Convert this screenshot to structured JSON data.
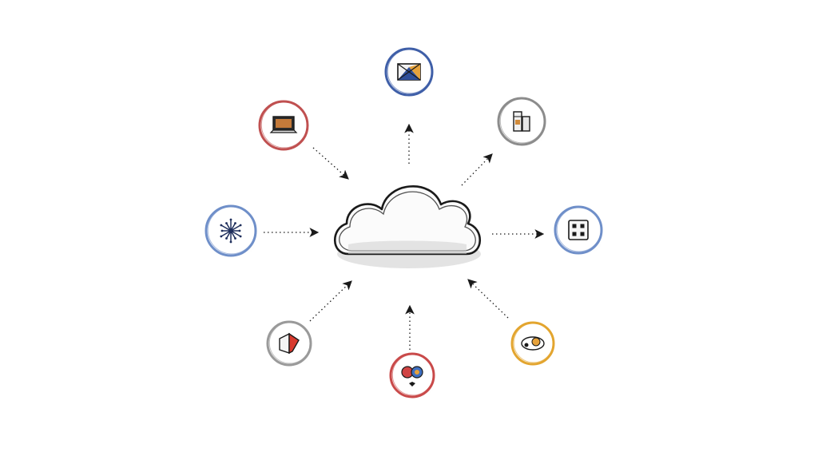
{
  "diagram": {
    "hub": {
      "icon": "cloud-icon",
      "stroke_color": "#1a1a1a",
      "shadow_color": "#d9d9d9"
    },
    "arrow_color": "#1a1a1a",
    "nodes": [
      {
        "id": "top",
        "icon": "image-frame-icon",
        "ring_color": "#3f5fa8",
        "direction": "outgoing"
      },
      {
        "id": "top-right",
        "icon": "server-rack-icon",
        "ring_color": "#8c8c8c",
        "direction": "outgoing"
      },
      {
        "id": "right",
        "icon": "grid-chip-icon",
        "ring_color": "#6f8fc9",
        "direction": "outgoing"
      },
      {
        "id": "bottom-right",
        "icon": "orbit-sphere-icon",
        "ring_color": "#e3a52f",
        "direction": "incoming"
      },
      {
        "id": "bottom",
        "icon": "cloud-sync-icon",
        "ring_color": "#c94a4a",
        "direction": "incoming"
      },
      {
        "id": "bottom-left",
        "icon": "folded-box-icon",
        "ring_color": "#9a9a9a",
        "direction": "incoming"
      },
      {
        "id": "left",
        "icon": "network-burst-icon",
        "ring_color": "#6f8fc9",
        "direction": "incoming"
      },
      {
        "id": "top-left",
        "icon": "laptop-icon",
        "ring_color": "#c05050",
        "direction": "incoming"
      }
    ]
  }
}
